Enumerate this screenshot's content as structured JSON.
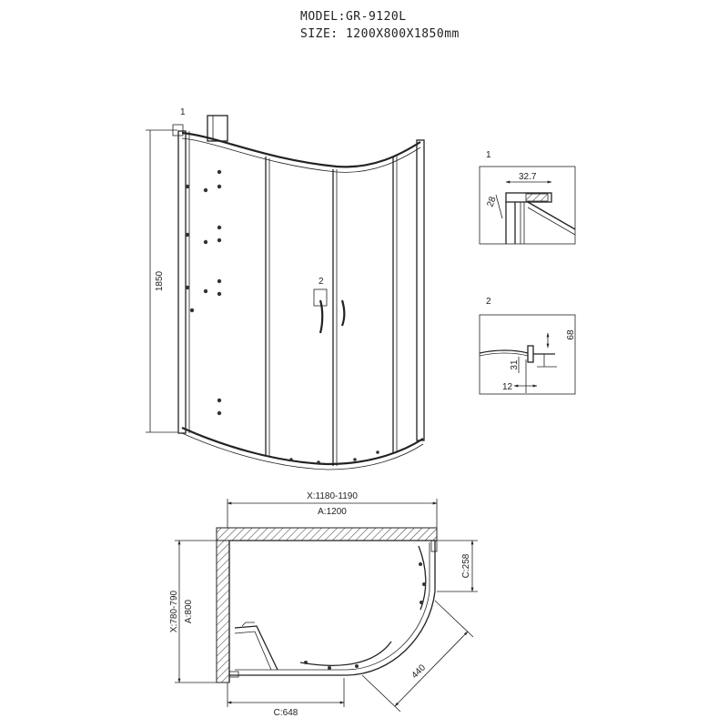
{
  "header": {
    "model": "MODEL:GR-9120L",
    "size": "SIZE: 1200X800X1850mm"
  },
  "front_view": {
    "height_label": "1850",
    "callout_1": "1",
    "callout_2": "2"
  },
  "detail_1": {
    "number": "1",
    "width_label": "32.7",
    "side_label": "28"
  },
  "detail_2": {
    "number": "2",
    "height_label": "68",
    "mid_label": "31",
    "bottom_label": "12"
  },
  "plan_view": {
    "x_width": "X:1180-1190",
    "a_width": "A:1200",
    "x_depth": "X:780-790",
    "a_depth": "A:800",
    "c_side": "C:258",
    "c_bottom": "C:648",
    "radius": "440"
  }
}
